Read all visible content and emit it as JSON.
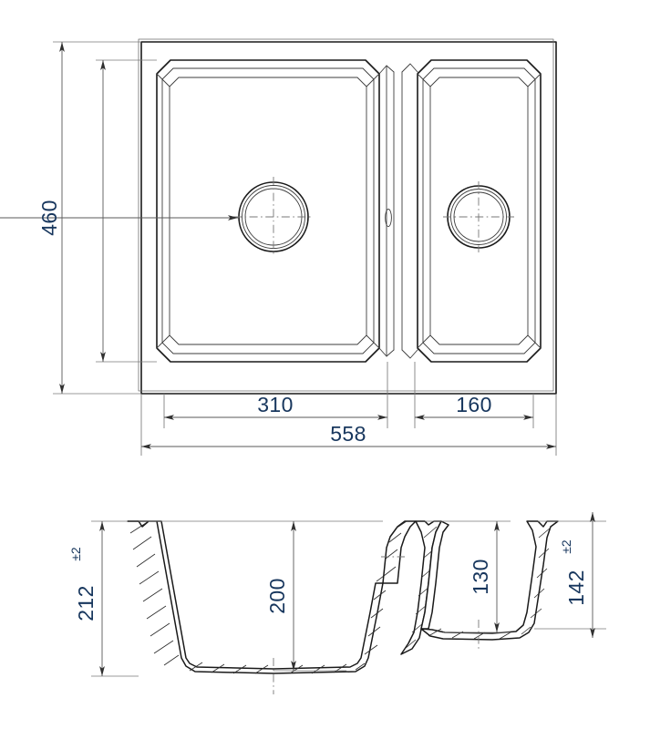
{
  "document": {
    "type": "technical-drawing",
    "subject": "kitchen-sink-1.5-bowl",
    "background_color": "#ffffff",
    "line_color": "#1a1a1a",
    "dimension_text_color": "#17365d"
  },
  "views": {
    "top_view": {
      "name": "Top view",
      "description": "Plan view of a 1.5 bowl kitchen sink with large left bowl and small right bowl",
      "features": [
        "sink-outer-body",
        "left-bowl",
        "right-bowl",
        "center-divider",
        "left-drain",
        "right-drain",
        "overflow-slot"
      ]
    },
    "section_view": {
      "name": "Section view",
      "description": "Cross section showing bowl depths and hatched wall material",
      "features": [
        "left-bowl-profile",
        "divider-profile",
        "right-bowl-profile"
      ]
    }
  },
  "dimensions": {
    "top": [
      {
        "id": "height-overall",
        "value": "460",
        "orientation": "vertical",
        "unit": "mm"
      },
      {
        "id": "left-bowl-width",
        "value": "310",
        "orientation": "horizontal",
        "unit": "mm"
      },
      {
        "id": "right-bowl-width",
        "value": "160",
        "orientation": "horizontal",
        "unit": "mm"
      },
      {
        "id": "overall-width",
        "value": "558",
        "orientation": "horizontal",
        "unit": "mm"
      }
    ],
    "section": [
      {
        "id": "left-overall-depth",
        "value": "212",
        "tolerance": "±2",
        "orientation": "vertical",
        "unit": "mm"
      },
      {
        "id": "left-bowl-depth",
        "value": "200",
        "tolerance": "",
        "orientation": "vertical",
        "unit": "mm"
      },
      {
        "id": "right-bowl-depth",
        "value": "130",
        "tolerance": "",
        "orientation": "vertical",
        "unit": "mm"
      },
      {
        "id": "right-overall-depth",
        "value": "142",
        "tolerance": "±2",
        "orientation": "vertical",
        "unit": "mm"
      }
    ]
  },
  "labels": {
    "d460": "460",
    "d310": "310",
    "d160": "160",
    "d558": "558",
    "d212": "212",
    "d212_tol": "±2",
    "d200": "200",
    "d130": "130",
    "d142": "142",
    "d142_tol": "±2"
  }
}
